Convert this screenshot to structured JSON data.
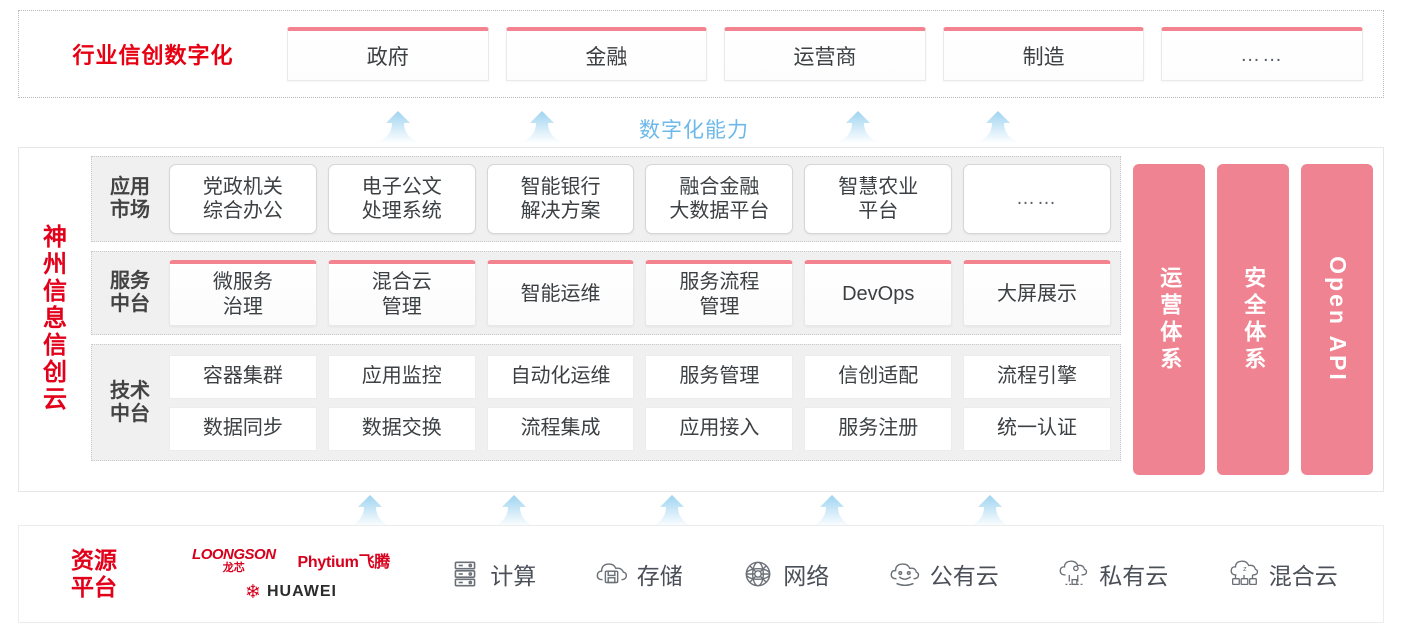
{
  "industry": {
    "title": "行业信创数字化",
    "cards": [
      {
        "label": "政府"
      },
      {
        "label": "金融"
      },
      {
        "label": "运营商"
      },
      {
        "label": "制造"
      },
      {
        "label": "……"
      }
    ]
  },
  "capability": {
    "label": "数字化能力",
    "arrow_count_top": 4,
    "arrow_count_bottom": 5
  },
  "cloud": {
    "title_chars": [
      "神",
      "州",
      "信",
      "息",
      "信",
      "创",
      "云"
    ],
    "tiers": [
      {
        "label_lines": [
          "应用",
          "市场"
        ],
        "cells": [
          {
            "label": "党政机关\n综合办公"
          },
          {
            "label": "电子公文\n处理系统"
          },
          {
            "label": "智能银行\n解决方案"
          },
          {
            "label": "融合金融\n大数据平台"
          },
          {
            "label": "智慧农业\n平台"
          },
          {
            "label": "……"
          }
        ]
      },
      {
        "label_lines": [
          "服务",
          "中台"
        ],
        "cells": [
          {
            "label": "微服务\n治理"
          },
          {
            "label": "混合云\n管理"
          },
          {
            "label": "智能运维"
          },
          {
            "label": "服务流程\n管理"
          },
          {
            "label": "DevOps"
          },
          {
            "label": "大屏展示"
          }
        ]
      },
      {
        "label_lines": [
          "技术",
          "中台"
        ],
        "row1": [
          {
            "label": "容器集群"
          },
          {
            "label": "应用监控"
          },
          {
            "label": "自动化运维"
          },
          {
            "label": "服务管理"
          },
          {
            "label": "信创适配"
          },
          {
            "label": "流程引擎"
          }
        ],
        "row2": [
          {
            "label": "数据同步"
          },
          {
            "label": "数据交换"
          },
          {
            "label": "流程集成"
          },
          {
            "label": "应用接入"
          },
          {
            "label": "服务注册"
          },
          {
            "label": "统一认证"
          }
        ]
      }
    ],
    "pillars": [
      {
        "label": "运营体系",
        "type": "cn"
      },
      {
        "label": "安全体系",
        "type": "cn"
      },
      {
        "label": "Open API",
        "type": "en"
      }
    ]
  },
  "resource": {
    "title_lines": [
      "资源",
      "平台"
    ],
    "vendors": [
      {
        "name": "LOONGSON",
        "sub": "龙芯"
      },
      {
        "name": "Phytium飞腾"
      },
      {
        "name": "HUAWEI"
      }
    ],
    "items": [
      {
        "label": "计算",
        "icon": "server-icon"
      },
      {
        "label": "存储",
        "icon": "cloud-storage-icon"
      },
      {
        "label": "网络",
        "icon": "network-icon"
      },
      {
        "label": "公有云",
        "icon": "public-cloud-icon"
      },
      {
        "label": "私有云",
        "icon": "private-cloud-icon"
      },
      {
        "label": "混合云",
        "icon": "hybrid-cloud-icon"
      }
    ]
  },
  "colors": {
    "brand_red": "#e2001a",
    "pink_accent": "#f3848f",
    "pillar_pink": "#ef8391",
    "arrow_blue": "#a9d8f2",
    "capability_blue": "#6cb9ea",
    "tier_bg": "#f0f0f0"
  }
}
